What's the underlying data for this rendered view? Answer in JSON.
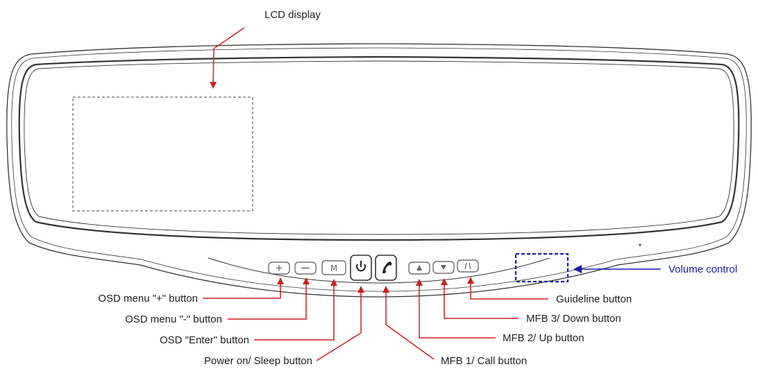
{
  "colors": {
    "leader": "#cc1f1f",
    "volume": "#1a1aa8",
    "outline": "#333333",
    "text": "#222222"
  },
  "labels": {
    "lcd_display": "LCD display",
    "volume_control": "Volume control",
    "guideline_button": "Guideline button",
    "mfb3_down": "MFB 3/ Down button",
    "mfb2_up": "MFB 2/ Up button",
    "mfb1_call": "MFB 1/ Call button",
    "osd_plus": "OSD menu \"+\" button",
    "osd_minus": "OSD menu \"-\" button",
    "osd_enter": "OSD \"Enter\" button",
    "power_sleep": "Power on/ Sleep button"
  },
  "buttons": {
    "enter_glyph": "M",
    "power_icon": "power-icon",
    "call_icon": "phone-icon",
    "up_icon": "triangle-up-icon",
    "down_icon": "triangle-down-icon",
    "guideline_icon": "guideline-icon",
    "plus_icon": "plus-icon",
    "minus_icon": "minus-icon"
  }
}
